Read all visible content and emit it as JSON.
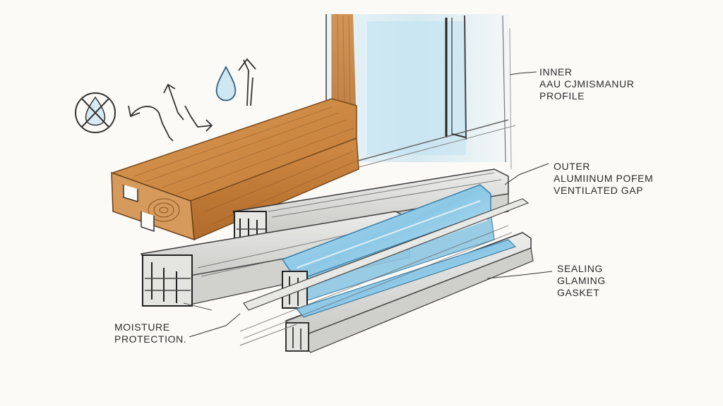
{
  "diagram": {
    "labels": {
      "inner": [
        "INNER",
        "AAU CJMISMANUR",
        "PROFILE"
      ],
      "outer": [
        "OUTER",
        "ALUMIINUM POFEM",
        "VENTILATED GAP"
      ],
      "sealing": [
        "SEALING",
        "GLAMING",
        "GASKET"
      ],
      "moisture": [
        "MOISTURE",
        "PROTECTION."
      ]
    },
    "colors": {
      "wood": "#c9823e",
      "wood_dark": "#8a5322",
      "glass": "#9fd3ec",
      "glass_dark": "#5ea9cf",
      "pencil": "#3a3a3a",
      "aluminium": "#d7d7d4"
    },
    "icons": [
      "no-water-icon",
      "water-drop-icon",
      "airflow-arrows-icon"
    ]
  }
}
